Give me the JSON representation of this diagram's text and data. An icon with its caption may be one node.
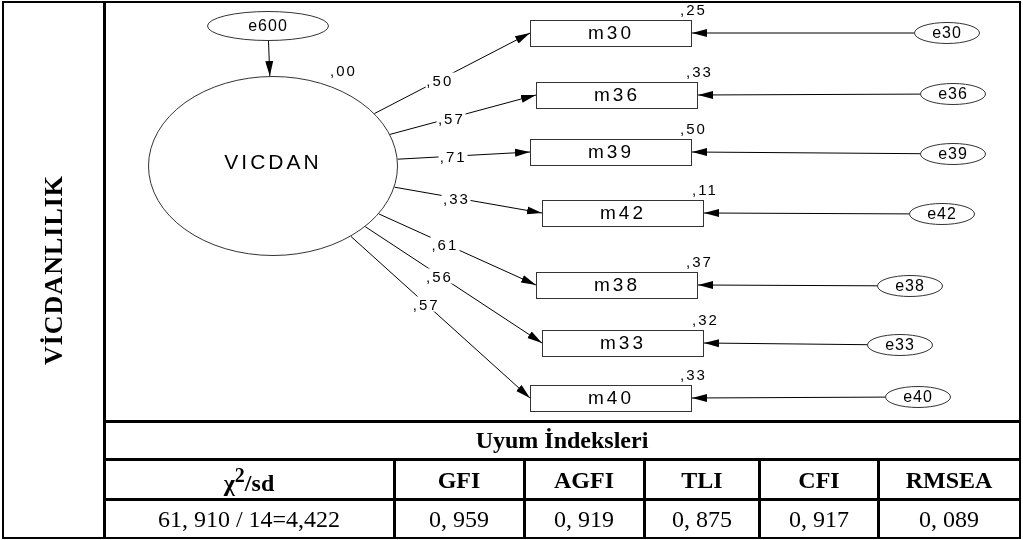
{
  "diagram": {
    "nodes": [
      {
        "text": [
          "e600"
        ]
      },
      {
        "text": [
          "VICDAN"
        ],
        "beside": [
          ",00"
        ]
      },
      {
        "text": [
          "m30"
        ],
        "beside": [
          ",25"
        ]
      },
      {
        "text": [
          "m36"
        ],
        "beside": [
          ",33"
        ]
      },
      {
        "text": [
          "m39"
        ],
        "beside": [
          ",50"
        ]
      },
      {
        "text": [
          "m42"
        ],
        "beside": [
          ",11"
        ]
      },
      {
        "text": [
          "m38"
        ],
        "beside": [
          ",37"
        ]
      },
      {
        "text": [
          "m33"
        ],
        "beside": [
          ",32"
        ]
      },
      {
        "text": [
          "m40"
        ],
        "beside": [
          ",33"
        ]
      },
      {
        "text": [
          "e30"
        ]
      },
      {
        "text": [
          "e36"
        ]
      },
      {
        "text": [
          "e39"
        ]
      },
      {
        "text": [
          "e42"
        ]
      },
      {
        "text": [
          "e38"
        ]
      },
      {
        "text": [
          "e33"
        ]
      },
      {
        "text": [
          "e40"
        ]
      }
    ],
    "edges": [
      {
        "from": 0,
        "to": 1,
        "arrow": "to"
      },
      {
        "from": 1,
        "to": 2,
        "arrow": "to",
        "label": ",50"
      },
      {
        "from": 1,
        "to": 3,
        "arrow": "to",
        "label": ",57"
      },
      {
        "from": 1,
        "to": 4,
        "arrow": "to",
        "label": ",71"
      },
      {
        "from": 1,
        "to": 5,
        "arrow": "to",
        "label": ",33"
      },
      {
        "from": 1,
        "to": 6,
        "arrow": "to",
        "label": ",61"
      },
      {
        "from": 1,
        "to": 7,
        "arrow": "to",
        "label": ",56"
      },
      {
        "from": 1,
        "to": 8,
        "arrow": "to",
        "label": ",57"
      },
      {
        "from": 9,
        "to": 2,
        "arrow": "to"
      },
      {
        "from": 10,
        "to": 3,
        "arrow": "to"
      },
      {
        "from": 11,
        "to": 4,
        "arrow": "to"
      },
      {
        "from": 12,
        "to": 5,
        "arrow": "to"
      },
      {
        "from": 13,
        "to": 6,
        "arrow": "to"
      },
      {
        "from": 14,
        "to": 7,
        "arrow": "to"
      },
      {
        "from": 15,
        "to": 8,
        "arrow": "to"
      }
    ],
    "labels": [
      "VİCDANLILIK",
      "Uyum İndeksleri",
      "χ$^{2}$/sd",
      "GFI",
      "AGFI",
      "TLI",
      "CFI",
      "RMSEA",
      "61, 910 / 14=4,422",
      "0, 959",
      "0, 919",
      "0, 875",
      "0, 917",
      "0, 089"
    ]
  }
}
